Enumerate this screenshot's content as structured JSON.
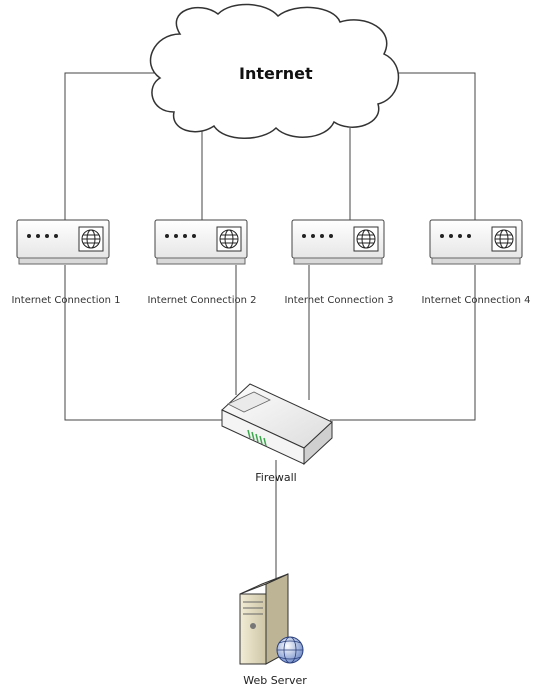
{
  "cloud": {
    "label": "Internet",
    "icon": "cloud-icon"
  },
  "connections": [
    {
      "label": "Internet Connection 1",
      "icon": "modem-icon"
    },
    {
      "label": "Internet Connection 2",
      "icon": "modem-icon"
    },
    {
      "label": "Internet Connection 3",
      "icon": "modem-icon"
    },
    {
      "label": "Internet Connection 4",
      "icon": "modem-icon"
    }
  ],
  "firewall": {
    "label": "Firewall",
    "icon": "firewall-icon"
  },
  "server": {
    "label": "Web Server",
    "icon": "web-server-icon"
  }
}
